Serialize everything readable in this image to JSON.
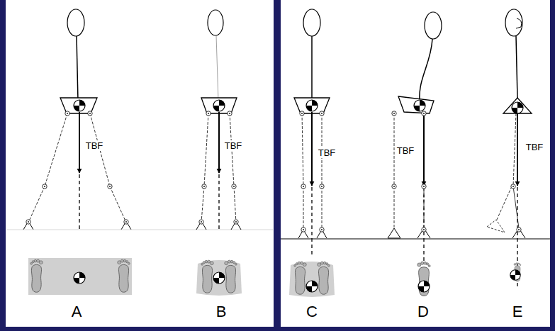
{
  "diagram": {
    "labels": [
      "TBF",
      "TBF",
      "TBF",
      "TBF",
      "TBF",
      "A",
      "B",
      "C",
      "D",
      "E"
    ]
  }
}
